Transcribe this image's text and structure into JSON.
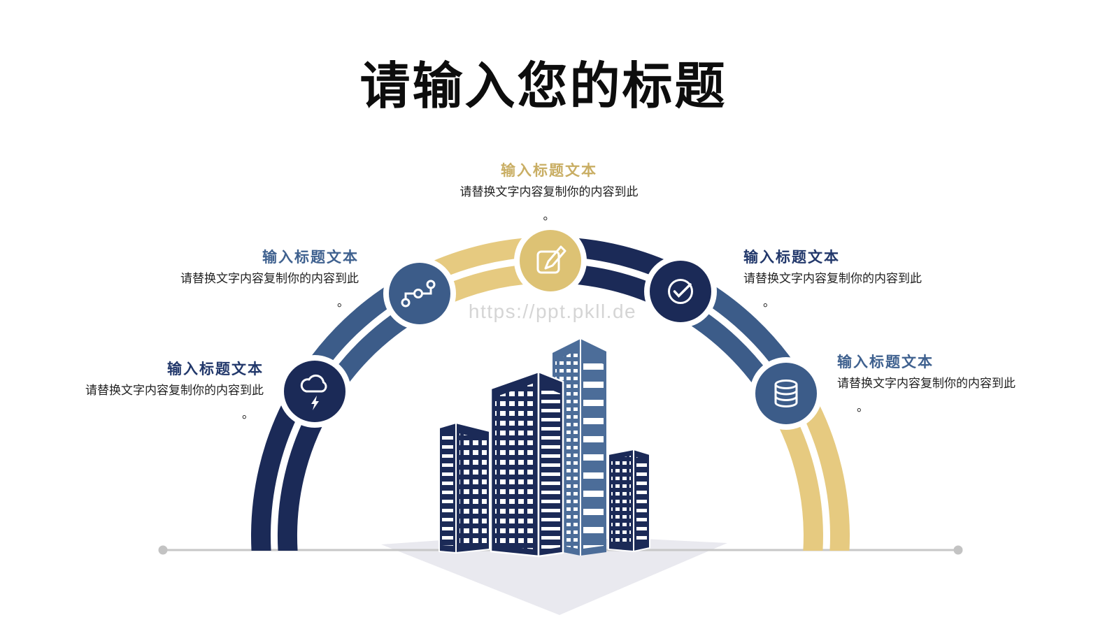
{
  "slide": {
    "main_title": "请输入您的标题",
    "watermark": "https://ppt.pkll.de"
  },
  "labels": {
    "top": {
      "title": "输入标题文本",
      "body": "请替换文字内容复制你的内容到此",
      "tail": "。"
    },
    "upper_left": {
      "title": "输入标题文本",
      "body": "请替换文字内容复制你的内容到此",
      "tail": "。"
    },
    "lower_left": {
      "title": "输入标题文本",
      "body": "请替换文字内容复制你的内容到此",
      "tail": "。"
    },
    "upper_right": {
      "title": "输入标题文本",
      "body": "请替换文字内容复制你的内容到此",
      "tail": "。"
    },
    "lower_right": {
      "title": "输入标题文本",
      "body": "请替换文字内容复制你的内容到此",
      "tail": "。"
    }
  },
  "icons": {
    "top": "pencil-edit-icon",
    "upper_left": "route-nodes-icon",
    "upper_right": "check-circle-icon",
    "lower_left": "cloud-lightning-icon",
    "lower_right": "database-icon"
  },
  "colors": {
    "navy": "#1b2a57",
    "steel": "#3c5c89",
    "gold": "#e6ca80",
    "gold_circle": "#ddc274",
    "gold_title": "#c9ae64",
    "steel_title": "#3f618f",
    "navy_title": "#22386b",
    "baseline_gray": "#c7c7c7",
    "ground_gray": "#e9e9ef",
    "watermark_gray": "#d5d5d5",
    "building_steel": "#4c6d99"
  }
}
